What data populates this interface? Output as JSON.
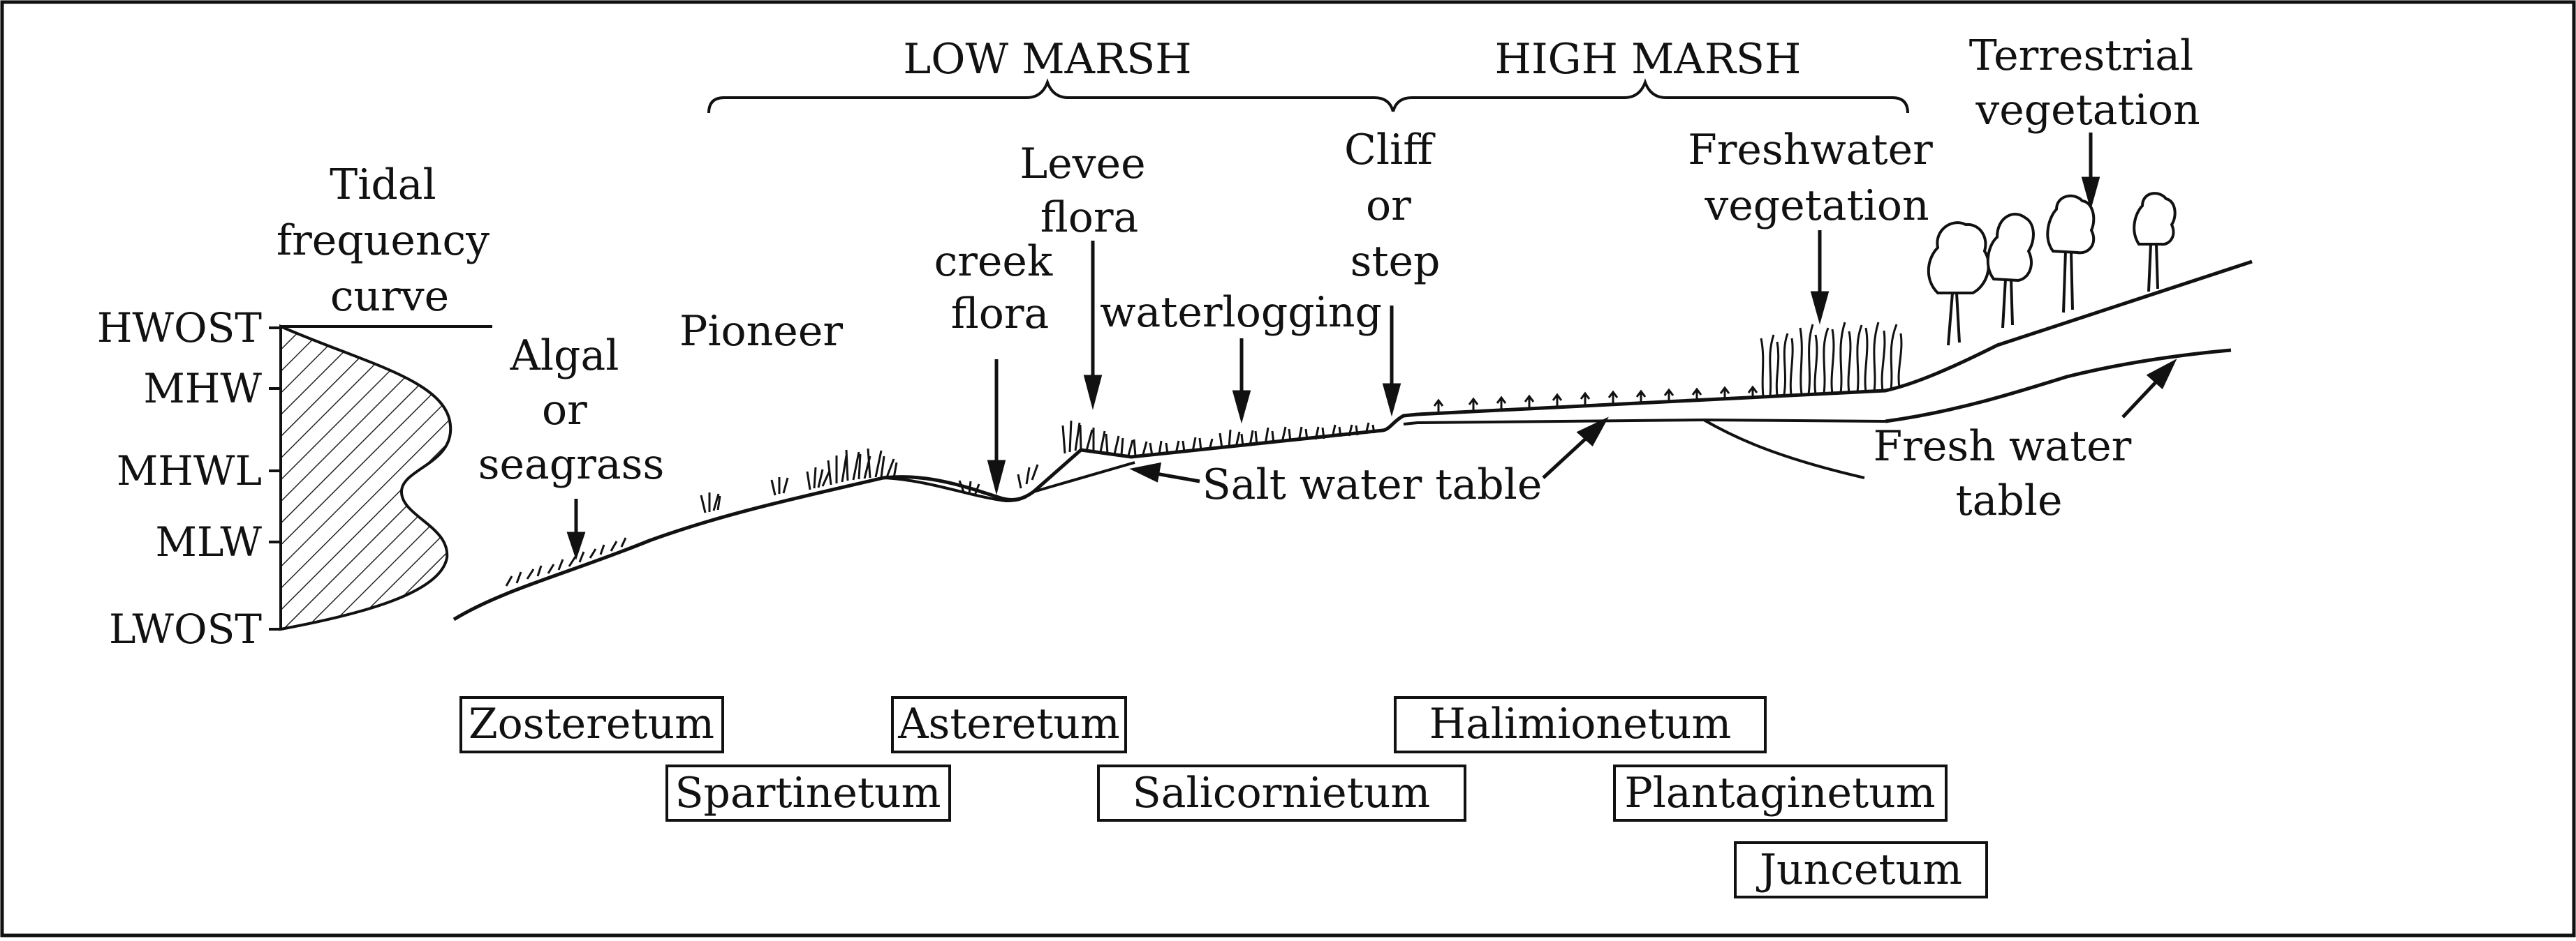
{
  "zones": {
    "low_marsh": "LOW MARSH",
    "high_marsh": "HIGH MARSH"
  },
  "tidal_curve": {
    "title_lines": [
      "Tidal",
      "frequency",
      "curve"
    ],
    "levels": [
      "HWOST",
      "MHW",
      "MHWL",
      "MLW",
      "LWOST"
    ]
  },
  "labels": {
    "algal": [
      "Algal",
      "or",
      "seagrass"
    ],
    "pioneer": "Pioneer",
    "creek": [
      "creek",
      "flora"
    ],
    "levee": [
      "Levee",
      "flora"
    ],
    "waterlogging": "waterlogging",
    "cliff": [
      "Cliff",
      "or",
      "step"
    ],
    "freshwater_veg": [
      "Freshwater",
      "vegetation"
    ],
    "terrestrial": [
      "Terrestrial",
      "vegetation"
    ],
    "salt_table": "Salt water table",
    "fresh_table": [
      "Fresh water",
      "table"
    ]
  },
  "communities": [
    "Zosteretum",
    "Spartinetum",
    "Asteretum",
    "Salicornietum",
    "Halimionetum",
    "Plantaginetum",
    "Juncetum"
  ]
}
